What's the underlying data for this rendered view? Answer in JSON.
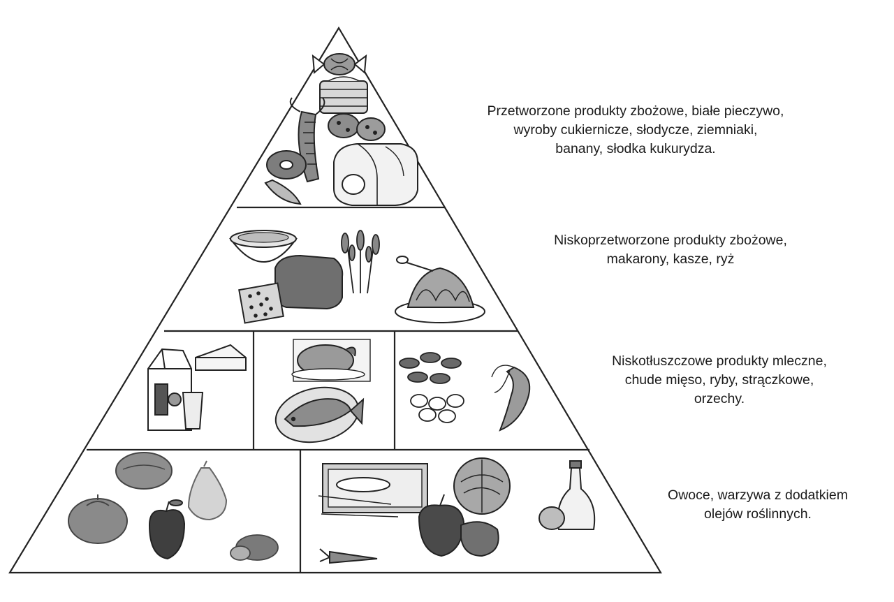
{
  "tiers": [
    {
      "lines": [
        "Przetworzone produkty zbożowe, białe pieczywo,",
        "wyroby cukiernicze, słodycze, ziemniaki,",
        "banany, słodka kukurydza."
      ],
      "illustrations": [
        "candy-icon",
        "cake-icon",
        "potatoes-icon",
        "corn-icon",
        "white-bread-icon",
        "bagel-icon"
      ]
    },
    {
      "lines": [
        "Niskoprzetworzone produkty zbożowe,",
        "makarony, kasze, ryż"
      ],
      "illustrations": [
        "cereal-bowl-icon",
        "wholegrain-bread-icon",
        "wheat-icon",
        "pasta-plate-icon"
      ]
    },
    {
      "lines": [
        "Niskotłuszczowe produkty mleczne,",
        "chude mięso, ryby, strączkowe,",
        "orzechy."
      ],
      "illustrations": [
        "milk-carton-icon",
        "cheese-icon",
        "glass-icon",
        "roast-chicken-icon",
        "fish-icon",
        "legumes-icon",
        "shrimp-icon"
      ]
    },
    {
      "lines": [
        "Owoce, warzywa z dodatkiem",
        "olejów roślinnych."
      ],
      "illustrations": [
        "orange-icon",
        "pear-icon",
        "tomato-icon",
        "apple-icon",
        "plum-icon",
        "vegetable-tray-icon",
        "cabbage-icon",
        "pepper-icon",
        "oil-bottle-icon",
        "carrot-icon"
      ]
    }
  ]
}
